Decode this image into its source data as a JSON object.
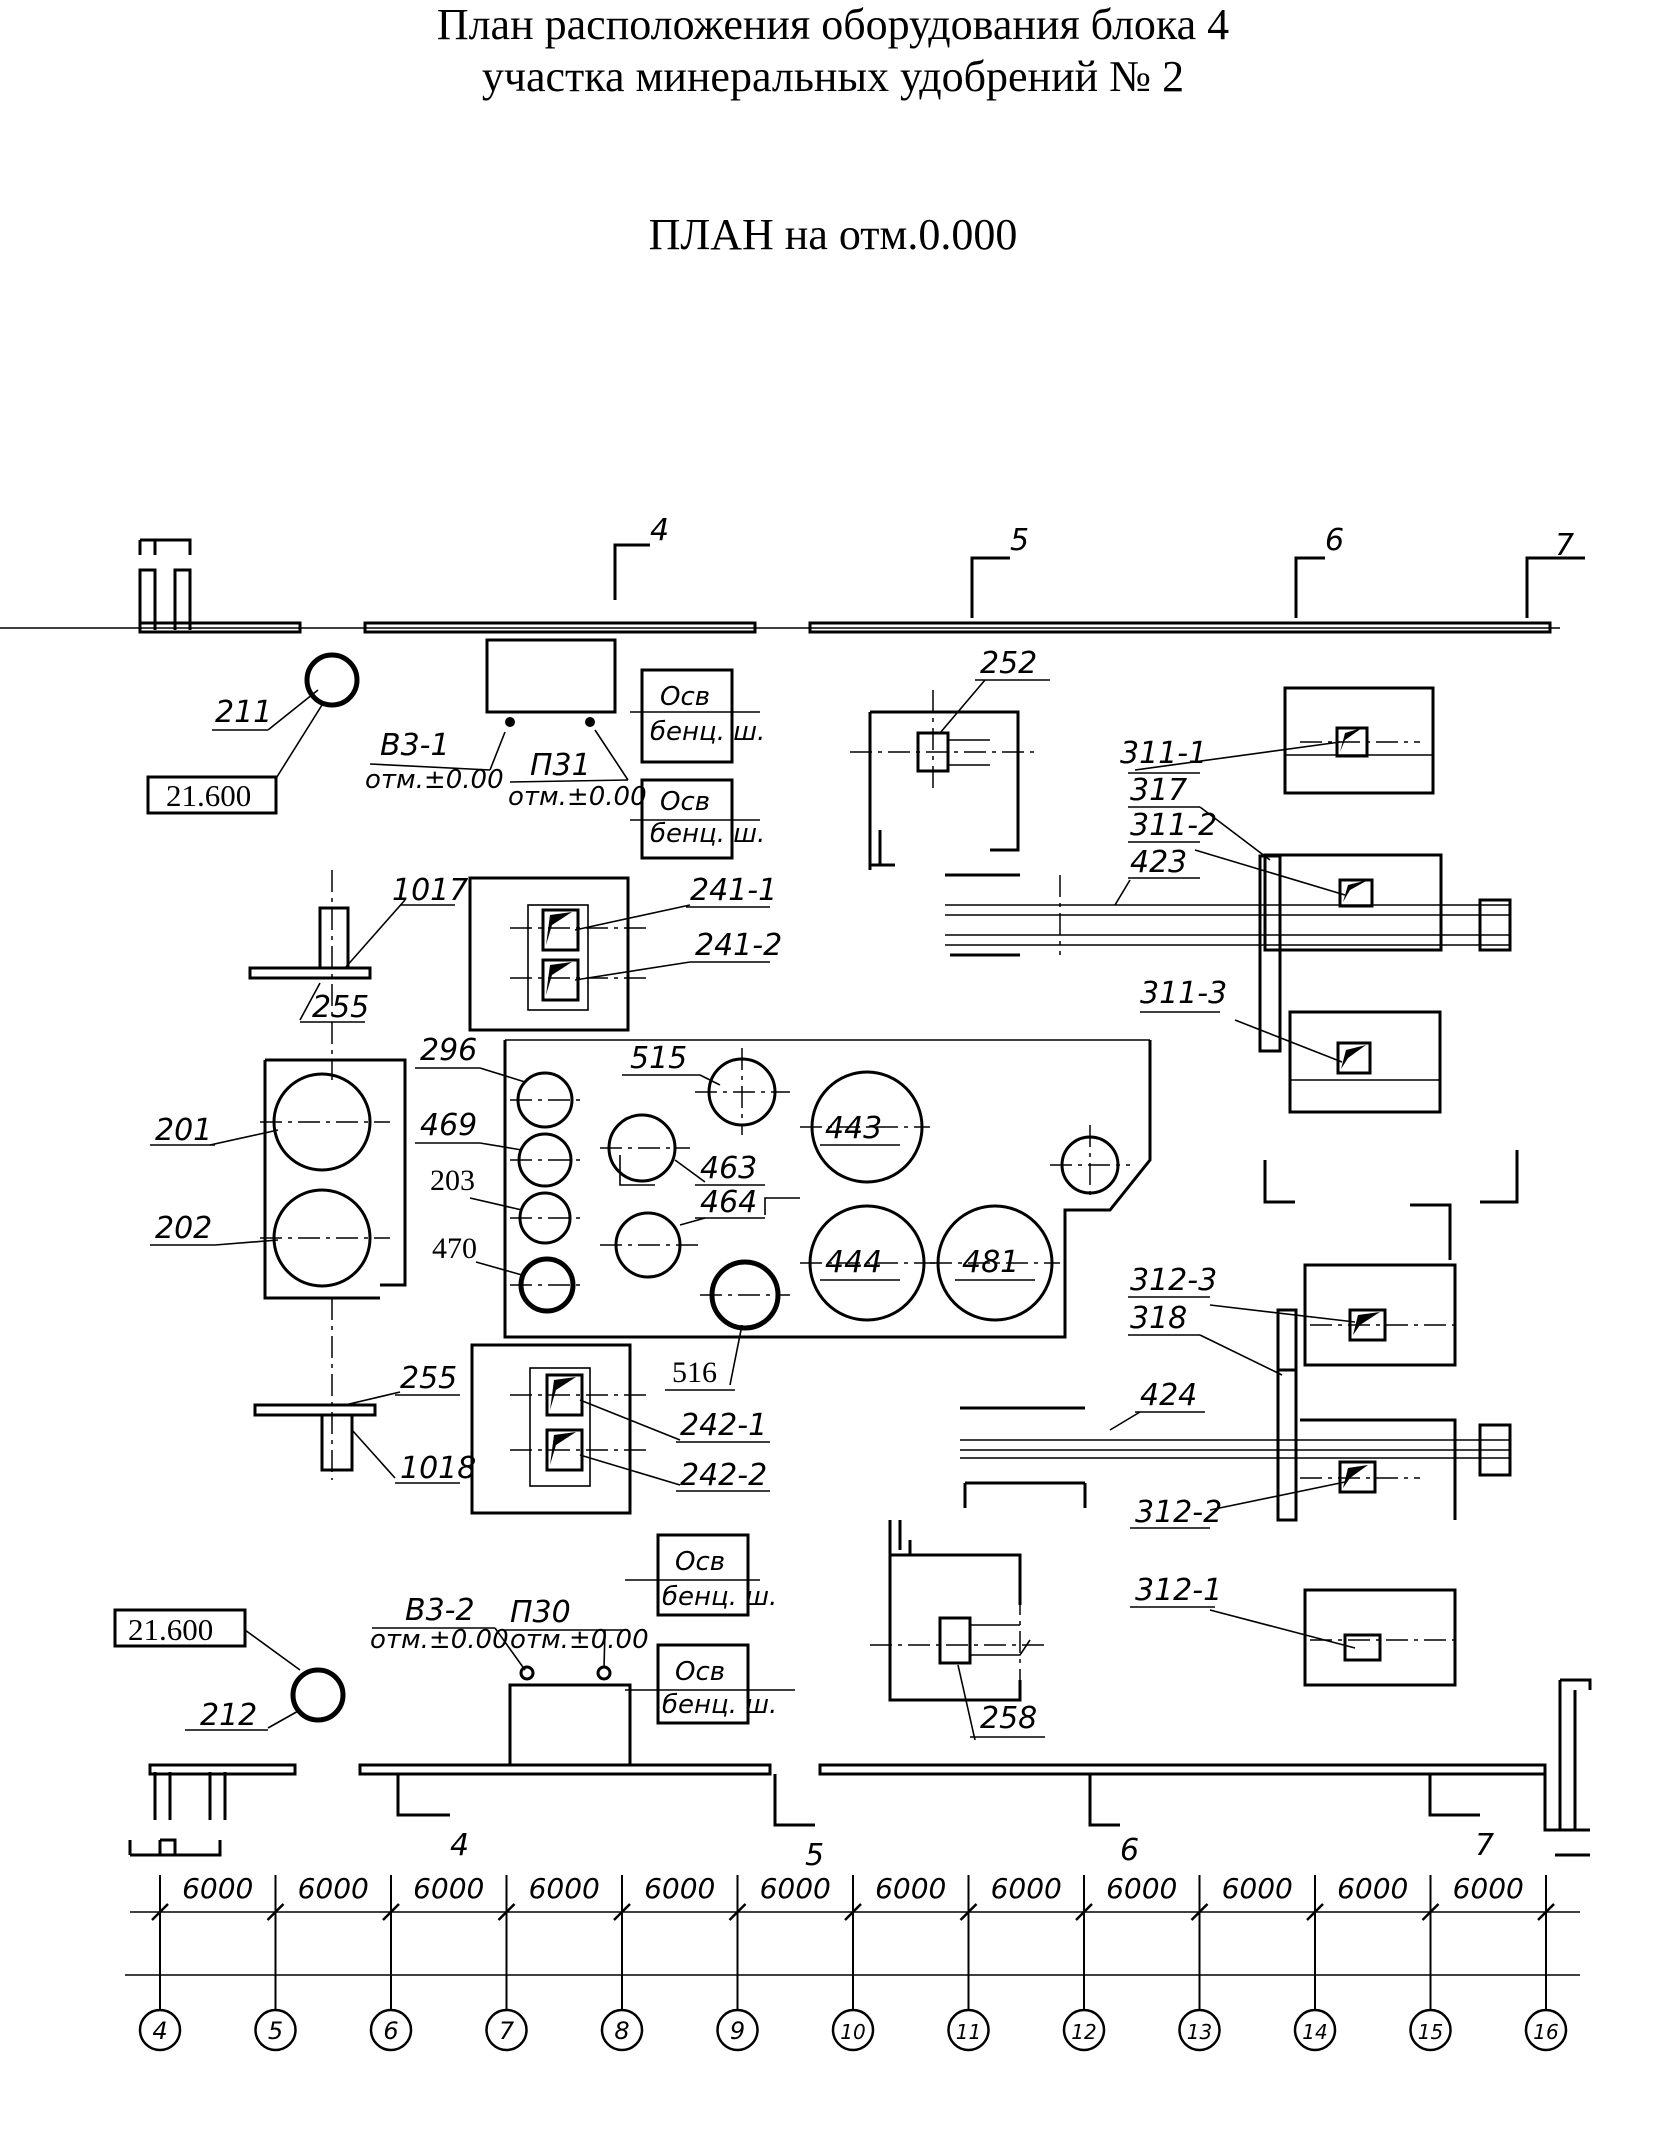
{
  "title": {
    "line1": "План расположения  оборудования блока 4",
    "line2": "участка минеральных удобрений № 2",
    "plan": "ПЛАН на отм.0.000"
  },
  "sections": {
    "top": [
      "4",
      "5",
      "6",
      "7"
    ],
    "bottom": [
      "4",
      "5",
      "6",
      "7"
    ]
  },
  "elevation_boxes": [
    "21.600",
    "21.600"
  ],
  "equipment": {
    "e211": "211",
    "e212": "212",
    "e201": "201",
    "e202": "202",
    "e203": "203",
    "e296": "296",
    "e469": "469",
    "e470": "470",
    "e463": "463",
    "e464": "464",
    "e515": "515",
    "e516": "516",
    "e443": "443",
    "e444": "444",
    "e481": "481",
    "e1017": "1017",
    "e1018": "1018",
    "e255a": "255",
    "e255b": "255",
    "e241_1": "241-1",
    "e241_2": "241-2",
    "e242_1": "242-1",
    "e242_2": "242-2",
    "e252": "252",
    "e258": "258",
    "e311_1": "311-1",
    "e311_2": "311-2",
    "e311_3": "311-3",
    "e317": "317",
    "e318": "318",
    "e423": "423",
    "e424": "424",
    "e312_1": "312-1",
    "e312_2": "312-2",
    "e312_3": "312-3"
  },
  "points": {
    "v3_1": "В3-1",
    "v3_1_elev": "отм.±0.00",
    "p31": "П31",
    "p31_elev": "отм.±0.00",
    "v3_2": "В3-2",
    "v3_2_elev": "отм.±0.00",
    "p30": "П30",
    "p30_elev": "отм.±0.00"
  },
  "note_boxes": [
    {
      "l1": "Осв",
      "l2": "бенц. ш."
    },
    {
      "l1": "Осв",
      "l2": "бенц. ш."
    },
    {
      "l1": "Осв",
      "l2": "бенц. ш."
    },
    {
      "l1": "Осв",
      "l2": "бенц. ш."
    }
  ],
  "dimensions": [
    "6000",
    "6000",
    "6000",
    "6000",
    "6000",
    "6000",
    "6000",
    "6000",
    "6000",
    "6000",
    "6000",
    "6000"
  ],
  "grid_axes": [
    "4",
    "5",
    "6",
    "7",
    "8",
    "9",
    "10",
    "11",
    "12",
    "13",
    "14",
    "15",
    "16"
  ]
}
